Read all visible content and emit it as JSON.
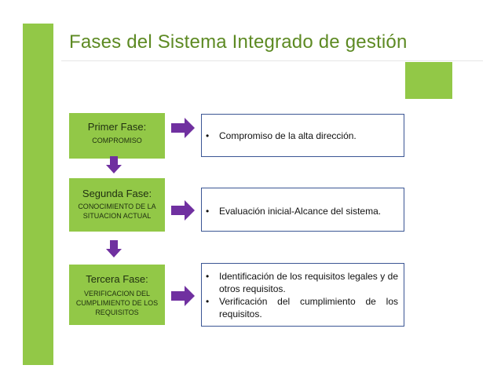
{
  "title": "Fases del Sistema Integrado de gestión",
  "colors": {
    "accent_green": "#92c847",
    "title_green": "#5d8a23",
    "arrow_purple": "#7030a0",
    "box_border": "#3b5694"
  },
  "phases": [
    {
      "name": "Primer Fase:",
      "desc": "COMPROMISO",
      "items": [
        "Compromiso de la alta dirección."
      ]
    },
    {
      "name": "Segunda Fase:",
      "desc": "CONOCIMIENTO DE LA SITUACION ACTUAL",
      "items": [
        "Evaluación inicial-Alcance del sistema."
      ]
    },
    {
      "name": "Tercera Fase:",
      "desc": "VERIFICACION  DEL CUMPLIMIENTO DE LOS REQUISITOS",
      "items": [
        "Identificación de los requisitos legales y de otros requisitos.",
        "Verificación del cumplimiento de los requisitos."
      ]
    }
  ]
}
